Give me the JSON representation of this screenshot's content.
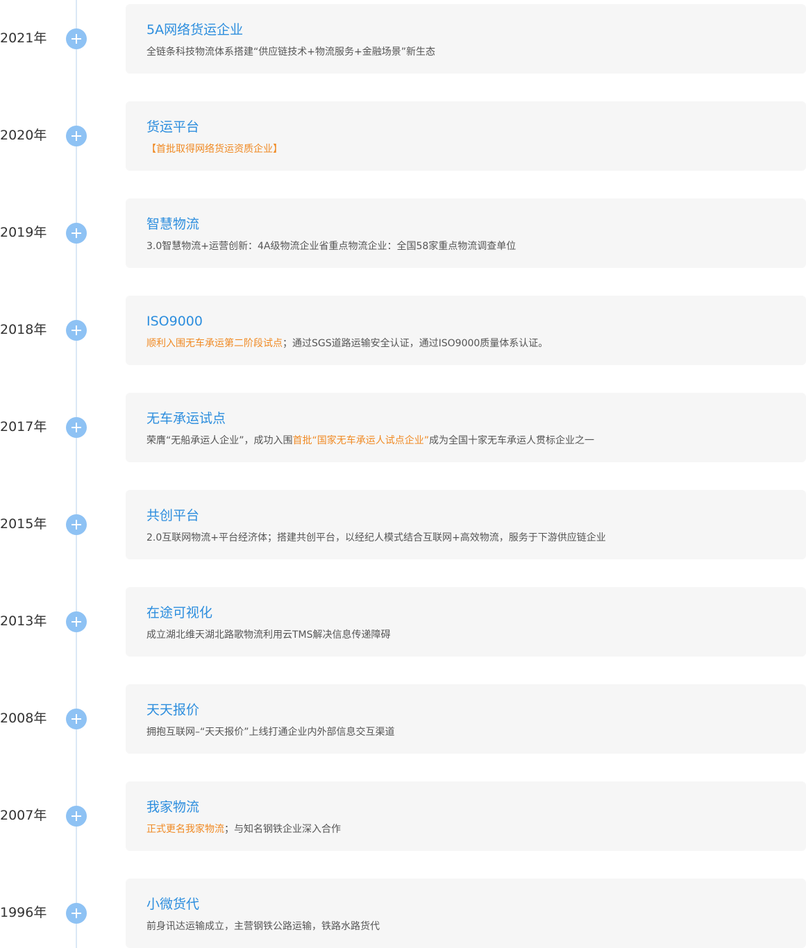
{
  "timeline": [
    {
      "year": "2021年",
      "title": "5A网络货运企业",
      "desc": "全链条科技物流体系搭建“供应链技术+物流服务+金融场景”新生态"
    },
    {
      "year": "2020年",
      "title": "货运平台",
      "hl1": "【首批取得网络货运资质企业】"
    },
    {
      "year": "2019年",
      "title": "智慧物流",
      "desc": "3.0智慧物流+运营创新：4A级物流企业省重点物流企业：全国58家重点物流调查单位"
    },
    {
      "year": "2018年",
      "title": "ISO9000",
      "hl1": "顺利入围无车承运第二阶段试点",
      "after": "；通过SGS道路运输安全认证，通过ISO9000质量体系认证。"
    },
    {
      "year": "2017年",
      "title": "无车承运试点",
      "before": "荣膺“无船承运人企业”，成功入围",
      "hl1": "首批“国家无车承运人试点企业”",
      "after": "成为全国十家无车承运人贯标企业之一"
    },
    {
      "year": "2015年",
      "title": "共创平台",
      "desc": "2.0互联网物流+平台经济体；搭建共创平台，以经纪人模式结合互联网+高效物流，服务于下游供应链企业"
    },
    {
      "year": "2013年",
      "title": "在途可视化",
      "desc": "成立湖北维天湖北路歌物流利用云TMS解决信息传递障碍"
    },
    {
      "year": "2008年",
      "title": "天天报价",
      "desc": "拥抱互联网–“天天报价”上线打通企业内外部信息交互渠道"
    },
    {
      "year": "2007年",
      "title": "我家物流",
      "hl1": "正式更名我家物流",
      "after": "；与知名钢铁企业深入合作"
    },
    {
      "year": "1996年",
      "title": "小微货代",
      "desc": "前身讯达运输成立，主营钢铁公路运输，铁路水路货代"
    }
  ],
  "colors": {
    "title": "#2d8ede",
    "highlight": "#f08a24",
    "dot": "#8ec2f4",
    "line": "#dbe8f6",
    "card": "#f6f6f6"
  },
  "icons": {
    "timeline_dot": "plus-icon"
  }
}
